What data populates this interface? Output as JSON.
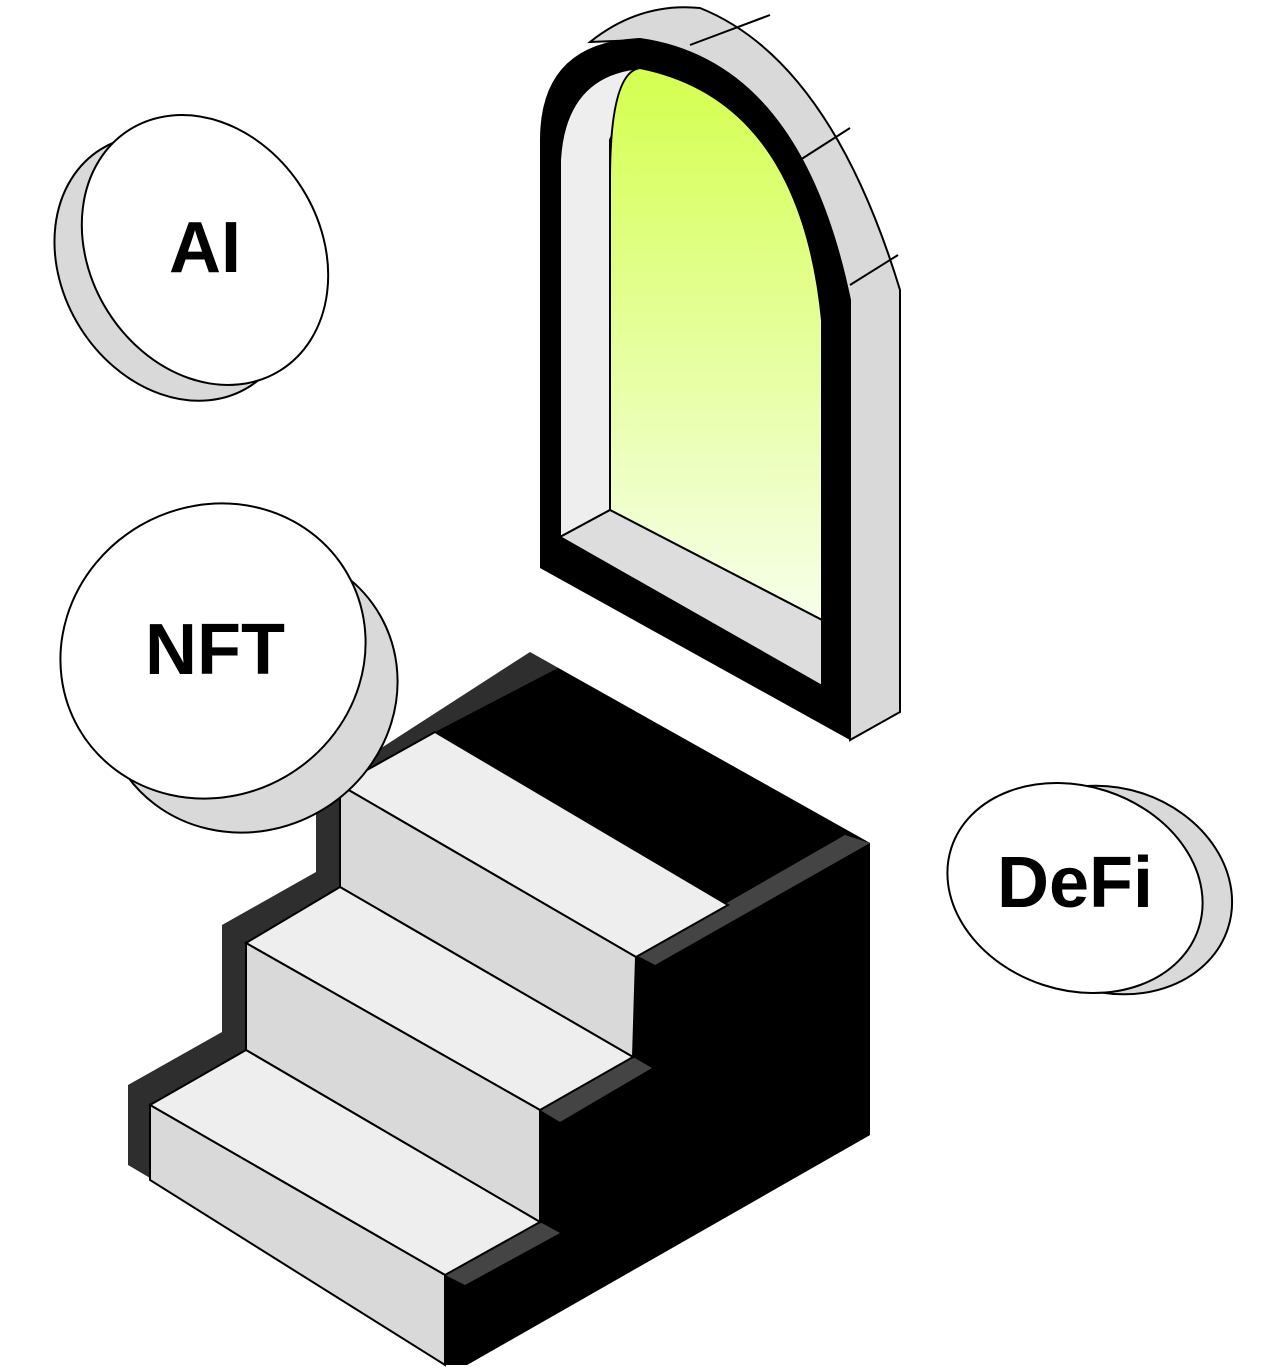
{
  "coins": [
    {
      "label": "AI"
    },
    {
      "label": "NFT"
    },
    {
      "label": "DeFi"
    }
  ],
  "colors": {
    "window_glow_top": "#d4ff4f",
    "window_glow_bottom": "#f7ffea",
    "light_face": "#eeeeee",
    "mid_face": "#d9d9d9",
    "dark_edge": "#2e2e2e",
    "black": "#000000"
  }
}
